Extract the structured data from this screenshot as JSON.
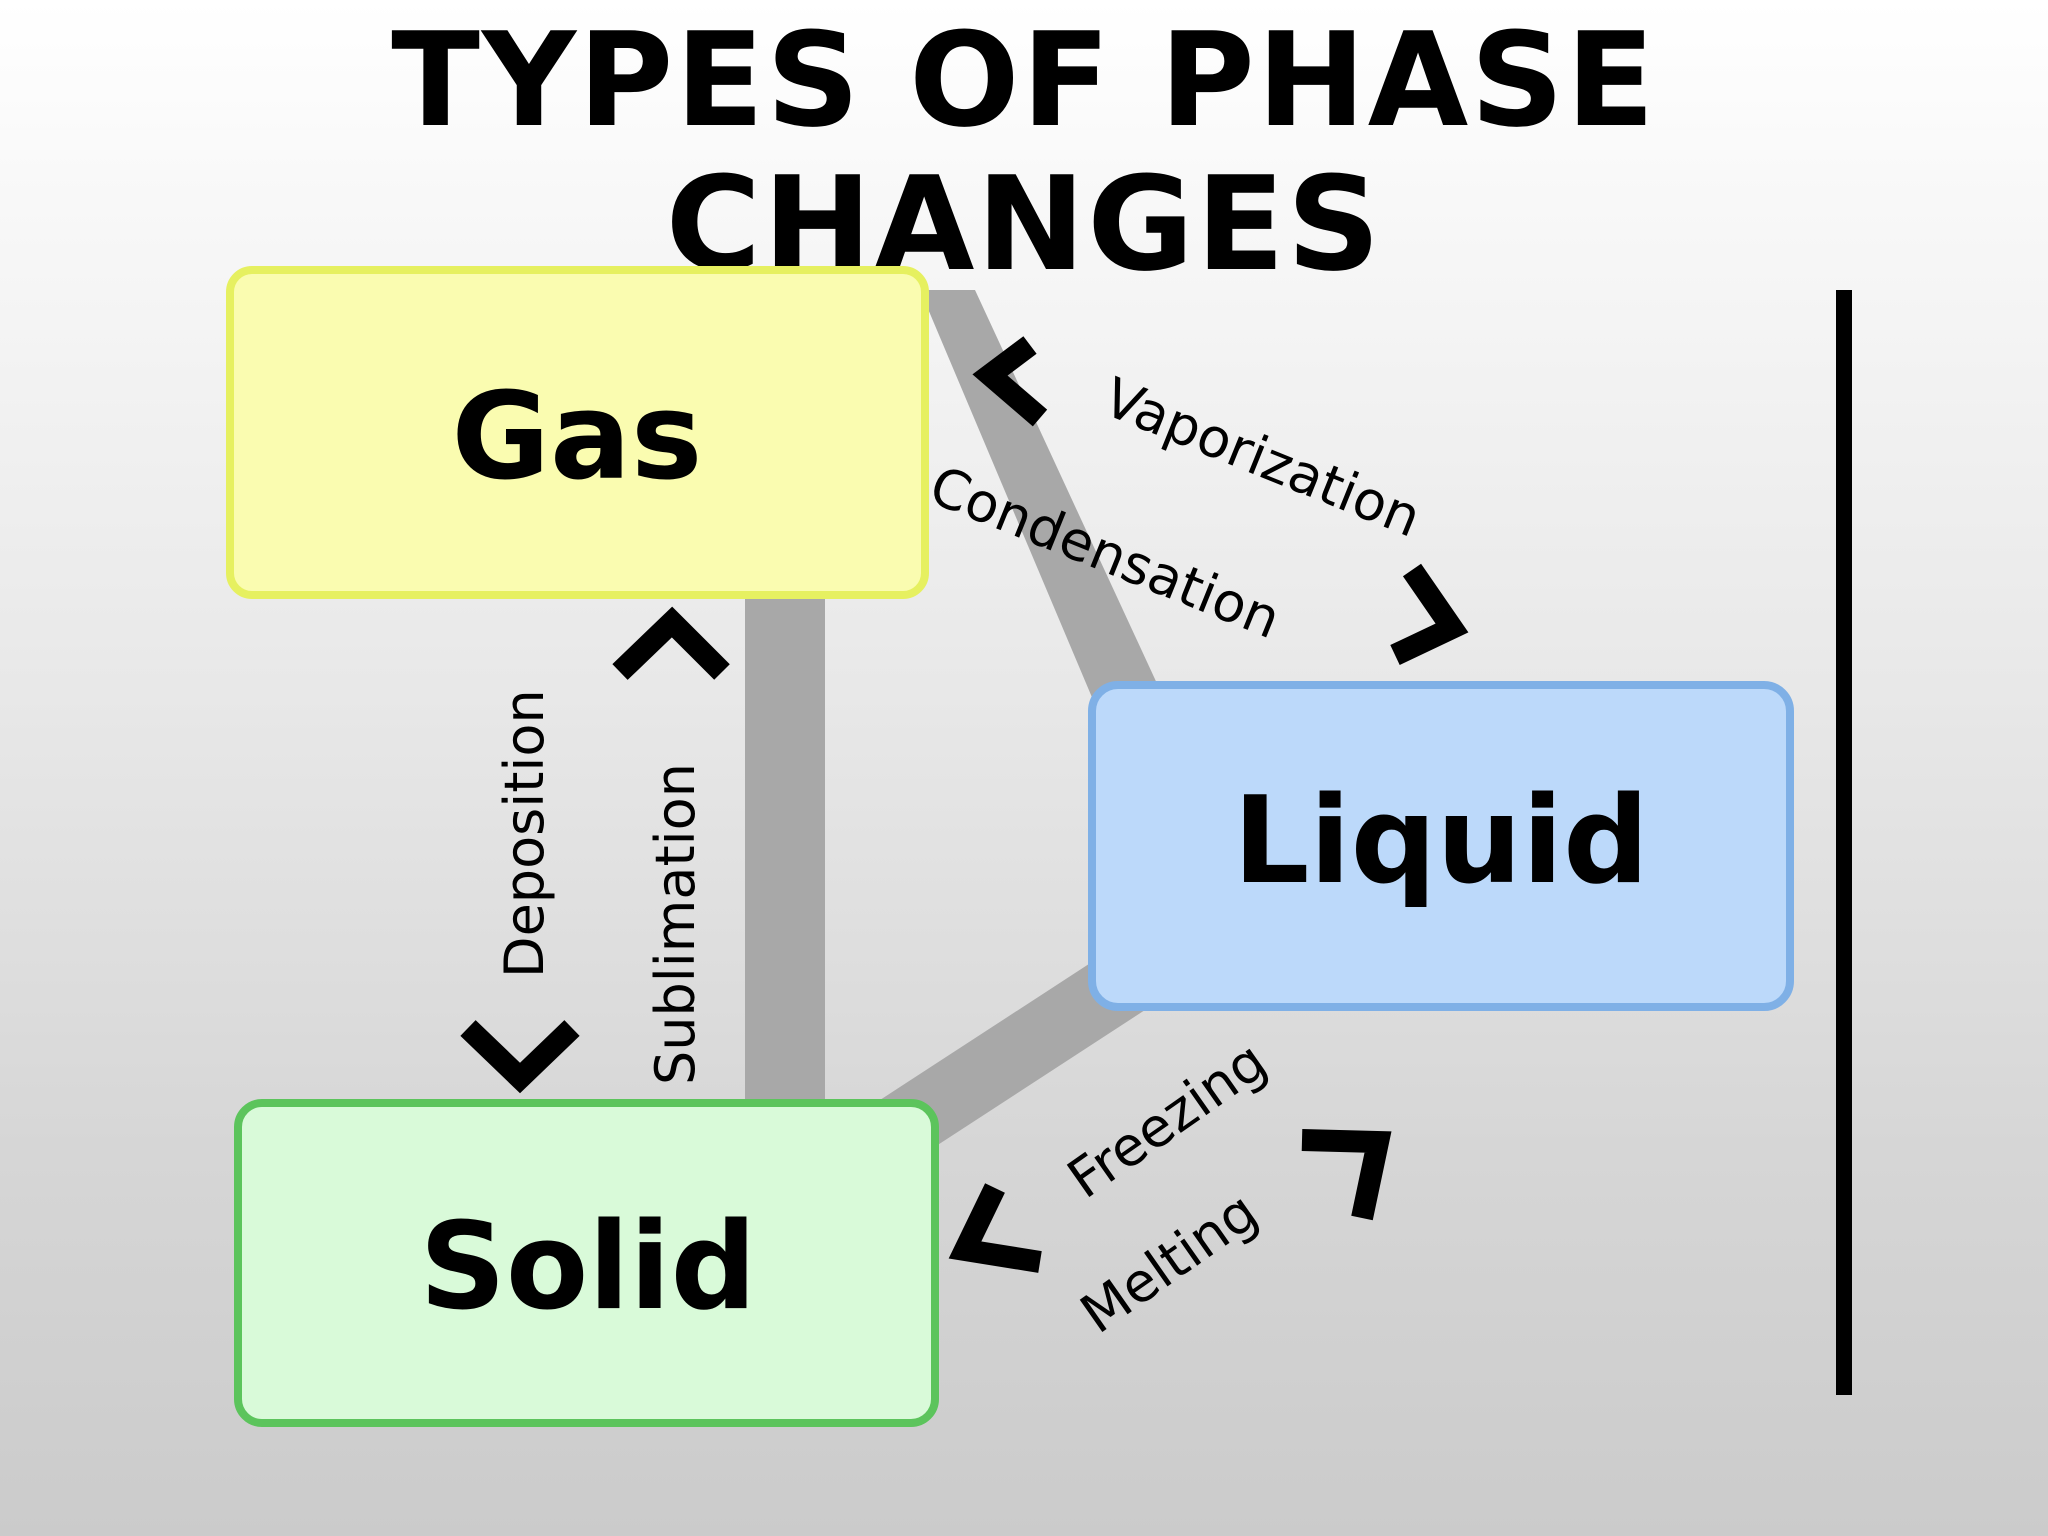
{
  "title": {
    "line1": "TYPES OF PHASE",
    "line2": "CHANGES"
  },
  "states": {
    "gas": "Gas",
    "liquid": "Liquid",
    "solid": "Solid"
  },
  "transitions": {
    "vaporization": "Vaporization",
    "condensation": "Condensation",
    "deposition": "Deposition",
    "sublimation": "Sublimation",
    "freezing": "Freezing",
    "melting": "Melting"
  },
  "colors": {
    "gas_fill": "#fafcb0",
    "gas_border": "#e6f060",
    "liquid_fill": "#bcd9fa",
    "liquid_border": "#7fb0e6",
    "solid_fill": "#d9fad9",
    "solid_border": "#5cc45c",
    "connector": "#a8a8a8"
  }
}
